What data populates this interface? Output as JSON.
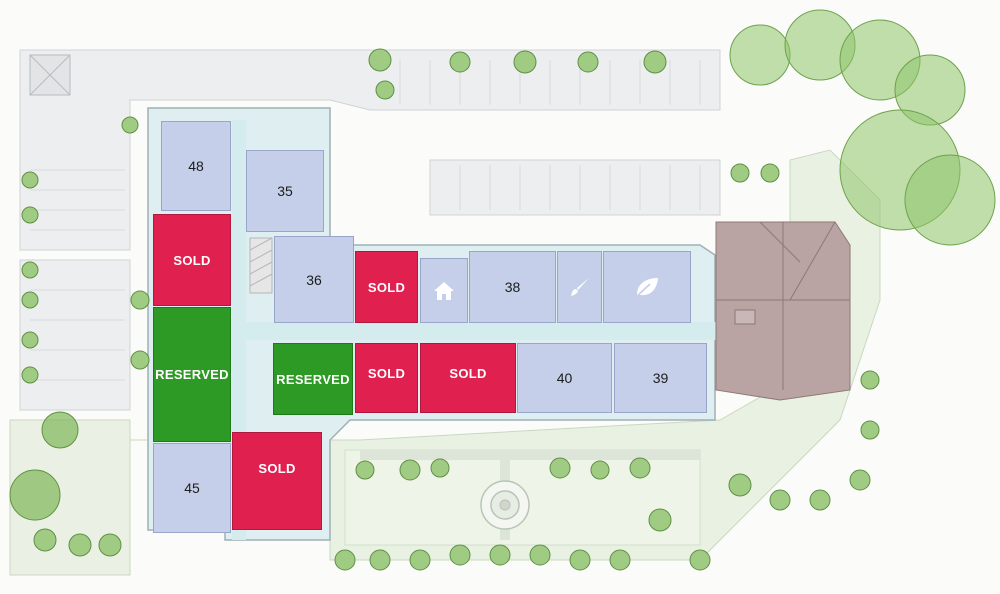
{
  "site_plan": {
    "units": [
      {
        "id": "48",
        "label": "48",
        "status": "available"
      },
      {
        "id": "35",
        "label": "35",
        "status": "available"
      },
      {
        "id": "sold-a",
        "label": "SOLD",
        "status": "sold"
      },
      {
        "id": "36",
        "label": "36",
        "status": "available"
      },
      {
        "id": "sold-b",
        "label": "SOLD",
        "status": "sold"
      },
      {
        "id": "38",
        "label": "38",
        "status": "available"
      },
      {
        "id": "reserved-a",
        "label": "RESERVED",
        "status": "reserved"
      },
      {
        "id": "reserved-b",
        "label": "RESERVED",
        "status": "reserved"
      },
      {
        "id": "sold-c",
        "label": "SOLD",
        "status": "sold"
      },
      {
        "id": "sold-d",
        "label": "SOLD",
        "status": "sold"
      },
      {
        "id": "40",
        "label": "40",
        "status": "available"
      },
      {
        "id": "39",
        "label": "39",
        "status": "available"
      },
      {
        "id": "45",
        "label": "45",
        "status": "available"
      },
      {
        "id": "sold-e",
        "label": "SOLD",
        "status": "sold"
      }
    ],
    "amenities": [
      {
        "icon": "house-icon"
      },
      {
        "icon": "paintbrush-icon"
      },
      {
        "icon": "leaf-icon"
      }
    ]
  },
  "colors": {
    "available": "#c5cfea",
    "sold": "#e02150",
    "reserved": "#2c9a24",
    "corridor": "#dfeef0",
    "roof": "#b9a3a3",
    "grass": "#e6efdd",
    "tree": "#8ec46a"
  }
}
